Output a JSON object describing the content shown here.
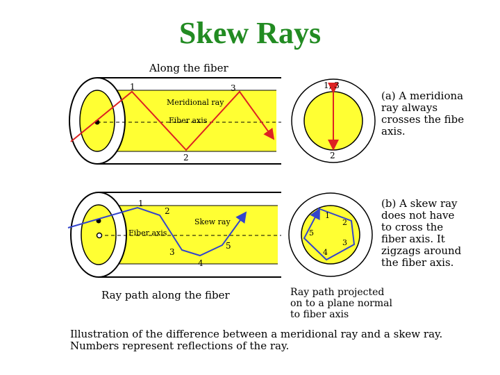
{
  "slide": {
    "title": "Skew Rays"
  },
  "colors": {
    "title": "#228b22",
    "core": "#ffff33",
    "meridional_ray": "#dd2222",
    "skew_ray": "#3344cc"
  },
  "top_panel": {
    "heading": "Along the fiber",
    "meridional_label": "Meridional ray",
    "fiber_axis_label": "Fiber axis",
    "side_labels": [
      "1",
      "2",
      "3"
    ],
    "end_labels": [
      "1, 3",
      "2"
    ],
    "caption_lines": [
      "(a) A meridiona",
      "ray always",
      "crosses the fibe",
      "axis."
    ]
  },
  "bottom_panel": {
    "skew_label": "Skew ray",
    "fiber_axis_label": "Fiber axis",
    "side_labels": [
      "1",
      "2",
      "3",
      "4",
      "5"
    ],
    "end_labels": [
      "1",
      "2",
      "3",
      "4",
      "5"
    ],
    "caption_lines": [
      "(b) A skew ray",
      "does not have",
      "to cross the",
      "fiber axis. It",
      "zigzags around",
      "the fiber axis."
    ],
    "label_side": "Ray path along the fiber",
    "label_end_lines": [
      "Ray path projected",
      "on to a plane normal",
      "to fiber axis"
    ]
  },
  "footer": {
    "lines": [
      "Illustration of the difference between a meridional ray and a skew ray.",
      "Numbers represent reflections of the ray."
    ]
  }
}
